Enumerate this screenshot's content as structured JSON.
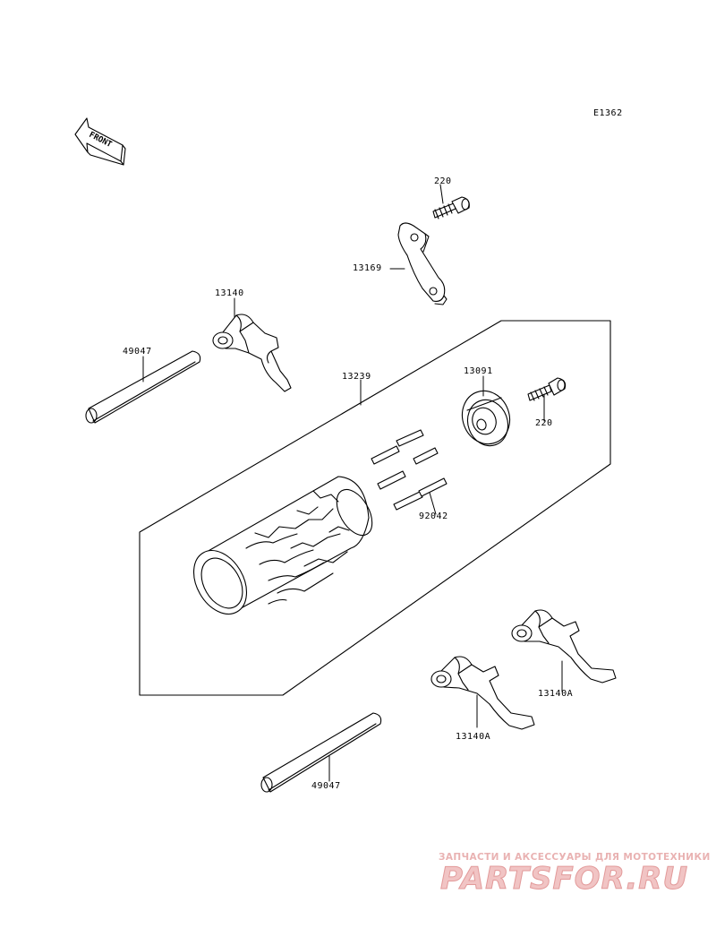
{
  "diagram": {
    "code": "E1362",
    "front_label": "FRONT",
    "parts": {
      "bolt_top": "220",
      "plate": "13169",
      "fork_top": "13140",
      "shaft_top": "49047",
      "drum_assembly": "13239",
      "holder": "13091",
      "bolt_right": "220",
      "pins": "92042",
      "fork_right": "13140A",
      "fork_bottom": "13140A",
      "shaft_bottom": "49047"
    }
  },
  "watermark": {
    "tagline": "ЗАПЧАСТИ И АКСЕССУАРЫ ДЛЯ МОТОТЕХНИКИ",
    "logo": "PARTSFOR.RU"
  },
  "colors": {
    "line": "#000000",
    "watermark": "#e9b2b2"
  }
}
